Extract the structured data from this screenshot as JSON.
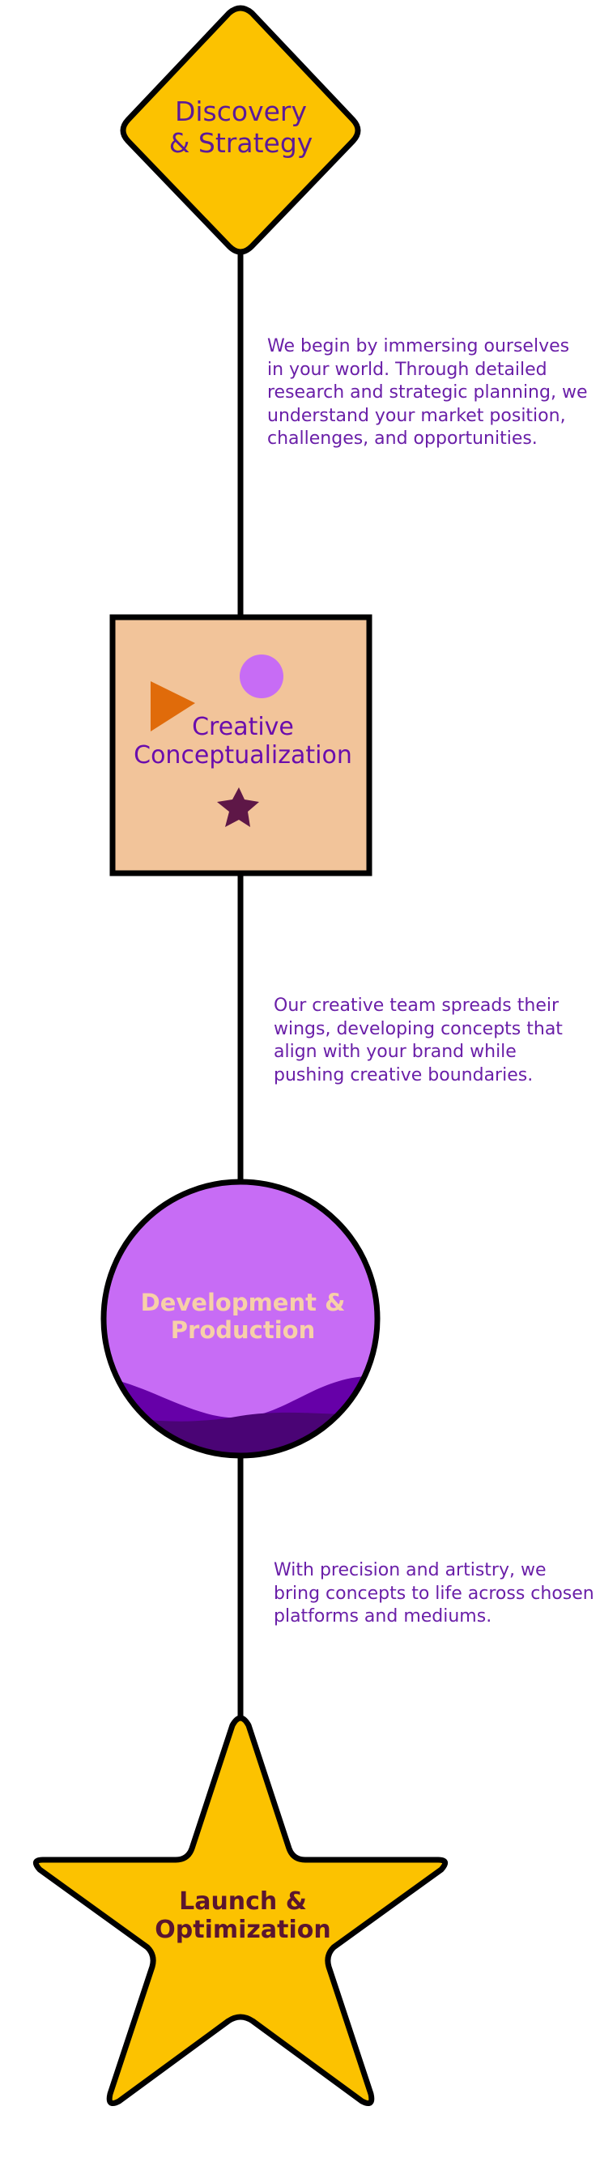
{
  "colors": {
    "line": "#000000",
    "gold": "#fcc200",
    "peach": "#f2c49a",
    "orchid": "#c76cf5",
    "purple_text": "#6a1fa8",
    "wave_mid": "#6600a8",
    "wave_dark": "#4a0475",
    "triangle_orange": "#e06b0a",
    "star_maroon": "#5e1747",
    "dev_label": "#f7d0a8",
    "launch_label": "#5a1530"
  },
  "steps": [
    {
      "shape": "diamond",
      "label": "Discovery\n& Strategy",
      "description": "We begin by immersing ourselves in your world. Through detailed research and strategic planning, we understand your market position, challenges, and opportunities."
    },
    {
      "shape": "square",
      "label": "Creative\nConceptualization",
      "description": "Our creative team spreads their wings, developing concepts that align with your brand while pushing creative boundaries."
    },
    {
      "shape": "circle",
      "label": "Development &\nProduction",
      "description": "With precision and artistry, we bring concepts to life across chosen platforms and mediums."
    },
    {
      "shape": "star",
      "label": "Launch &\nOptimization"
    }
  ]
}
